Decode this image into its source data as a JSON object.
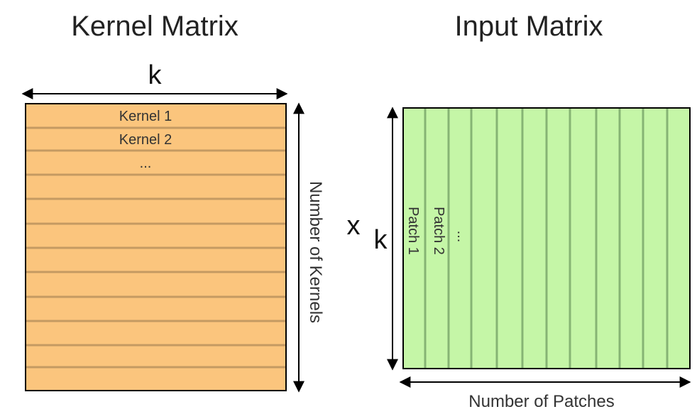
{
  "kernel": {
    "title": "Kernel Matrix",
    "width_label": "k",
    "height_label": "Number of Kernels",
    "rows": [
      "Kernel 1",
      "Kernel 2",
      "..."
    ],
    "fill_color": "#fbc57d",
    "line_color": "#c49a62"
  },
  "operator": "x",
  "input": {
    "title": "Input Matrix",
    "height_label": "k",
    "width_label": "Number of Patches",
    "columns": [
      "Patch 1",
      "Patch 2",
      "..."
    ],
    "fill_color": "#c5f6a7",
    "line_color": "#86b474"
  }
}
